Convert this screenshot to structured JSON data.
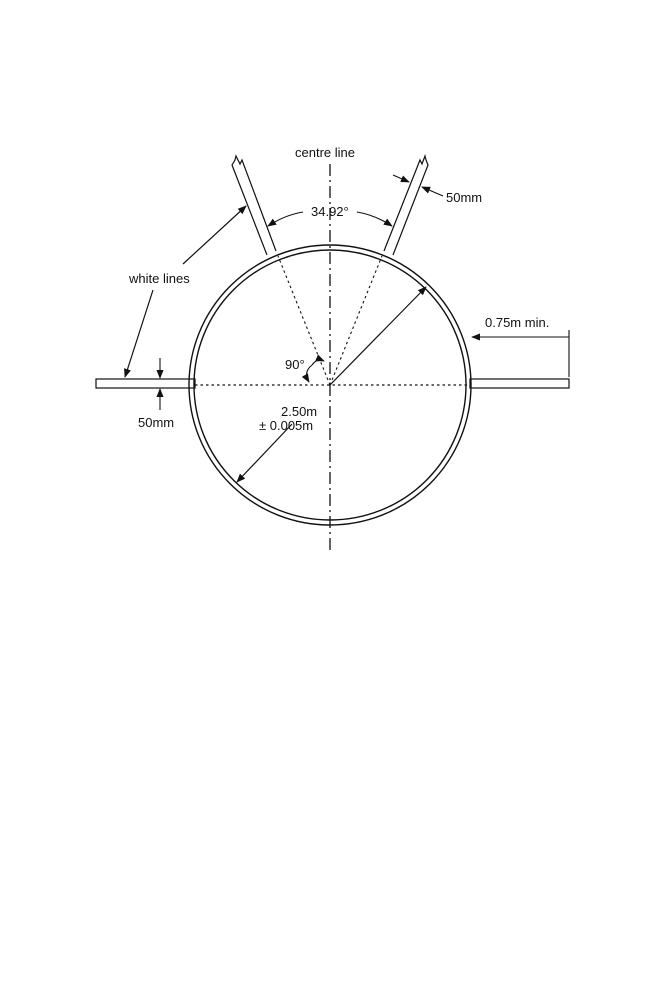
{
  "diagram": {
    "labels": {
      "centre_line": "centre line",
      "sector_angle": "34.92°",
      "line_width_top": "50mm",
      "white_lines": "white lines",
      "extension": "0.75m min.",
      "right_angle": "90°",
      "diameter": "2.50m",
      "tolerance": "± 0.005m",
      "line_width_left": "50mm"
    },
    "colors": {
      "ink": "#111111",
      "background": "#ffffff"
    }
  }
}
